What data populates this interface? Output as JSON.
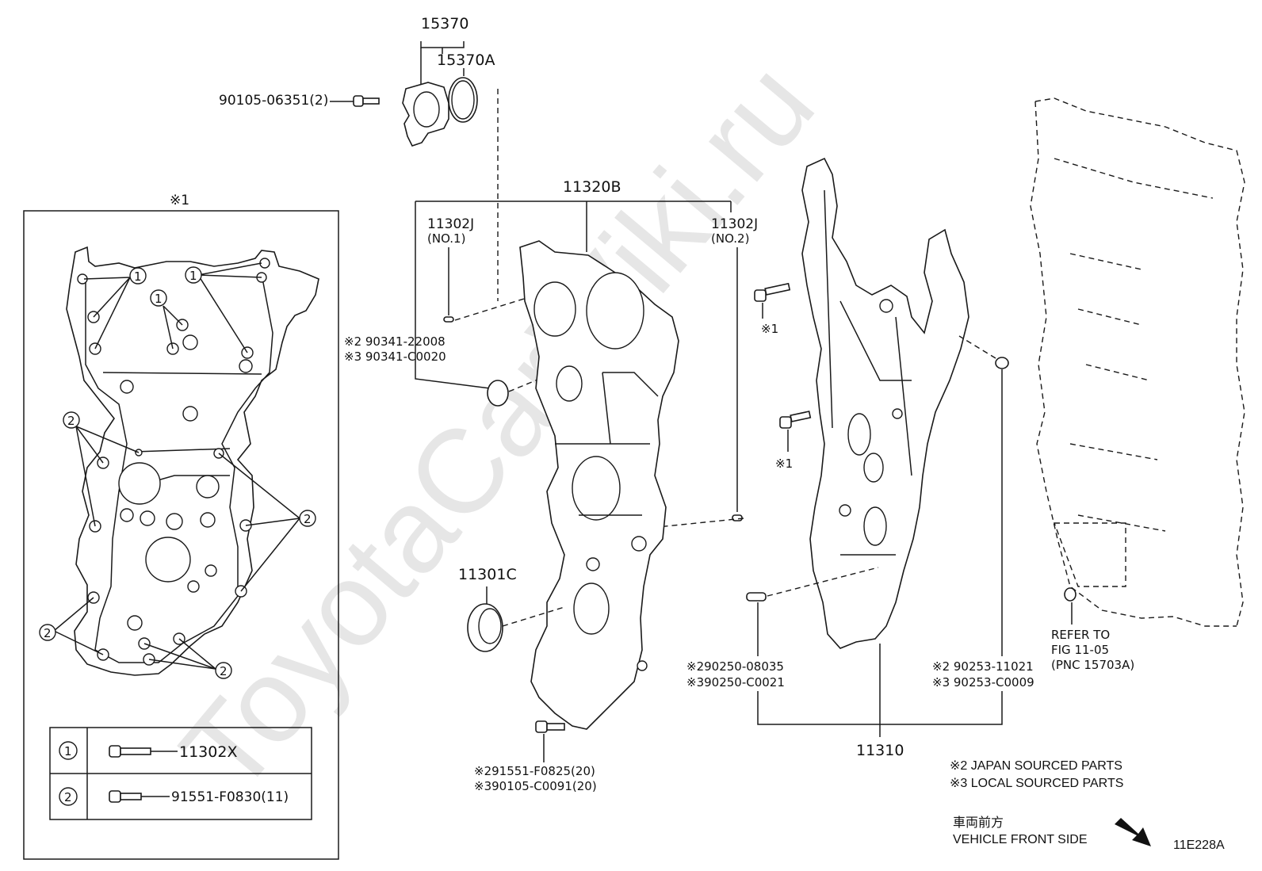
{
  "watermark": "ToyotaCarWiki.ru",
  "diagram_code": "11E228A",
  "parts": {
    "p15370": "15370",
    "p15370A": "15370A",
    "bolt_90105": "90105-06351(2)",
    "p11320B": "11320B",
    "p11302J_1": "11302J",
    "p11302J_1_sub": "(NO.1)",
    "p11302J_2": "11302J",
    "p11302J_2_sub": "(NO.2)",
    "plug_line1": "※2 90341-22008",
    "plug_line2": "※3 90341-C0020",
    "p11301C": "11301C",
    "bolt_bottom_line1": "※291551-F0825(20)",
    "bolt_bottom_line2": "※390105-C0091(20)",
    "mark_1a": "※1",
    "mark_1b": "※1",
    "pin_left_line1": "※290250-08035",
    "pin_left_line2": "※390250-C0021",
    "pin_right_line1": "※2 90253-11021",
    "pin_right_line2": "※3 90253-C0009",
    "p11310": "11310",
    "refer_line1": "REFER TO",
    "refer_line2": "FIG 11-05",
    "refer_line3": "(PNC 15703A)"
  },
  "inset": {
    "title": "※1",
    "callout_1": "1",
    "callout_2": "2",
    "table": [
      {
        "mark": "1",
        "part": "11302X"
      },
      {
        "mark": "2",
        "part": "91551-F0830(11)"
      }
    ]
  },
  "legend": {
    "line1": "※2 JAPAN SOURCED PARTS",
    "line2": "※3 LOCAL SOURCED PARTS"
  },
  "direction": {
    "jp": "車両前方",
    "en": "VEHICLE FRONT SIDE"
  }
}
